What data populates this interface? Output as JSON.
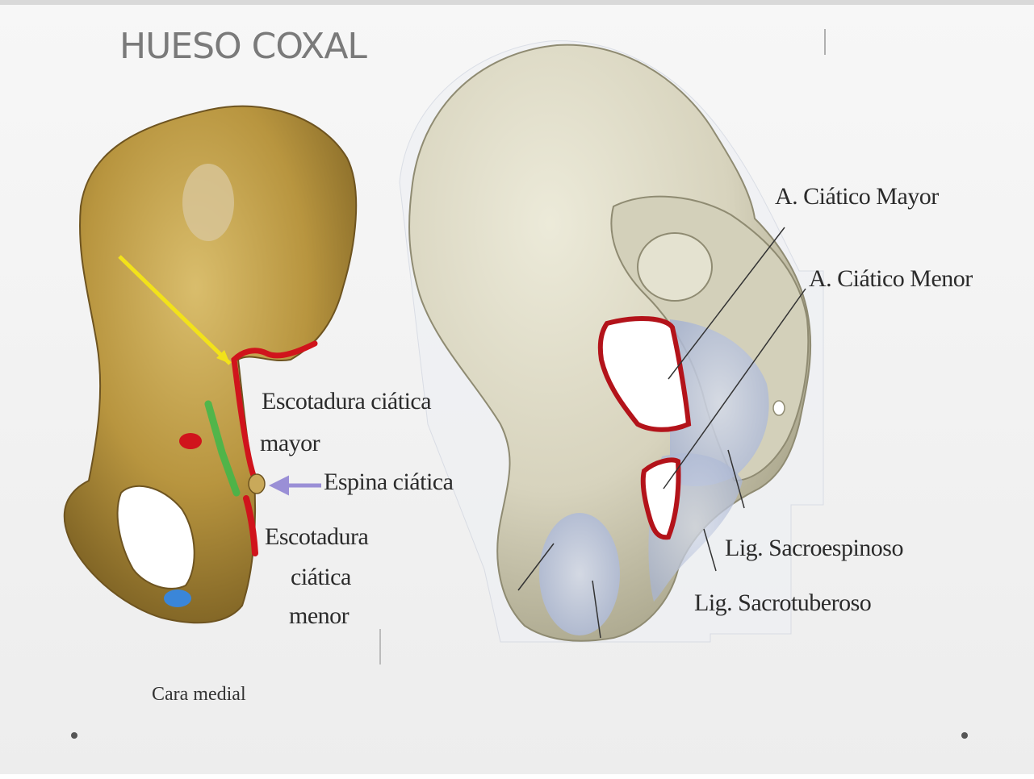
{
  "title": "HUESO COXAL",
  "caption": "Cara medial",
  "left_labels": {
    "escotadura_mayor_line1": "Escotadura ciática",
    "escotadura_mayor_line2": "mayor",
    "espina": "Espina ciática",
    "escotadura_menor_line1": "Escotadura",
    "escotadura_menor_line2": "ciática",
    "escotadura_menor_line3": "menor"
  },
  "right_labels": {
    "agujero_mayor": "A. Ciático Mayor",
    "agujero_menor": "A. Ciático Menor",
    "lig_sacroespinoso": "Lig. Sacroespinoso",
    "lig_sacrotuberoso": "Lig. Sacrotuberoso"
  },
  "colors": {
    "bone_left": "#b8953f",
    "bone_right": "#d9d6c3",
    "ligament": "#b9c4dc",
    "outline_red": "#d0141c",
    "arrow_yellow": "#f2e21a",
    "arrow_purple": "#9a8fd6",
    "marker_green": "#3db84a",
    "marker_blue": "#3a86d9"
  }
}
